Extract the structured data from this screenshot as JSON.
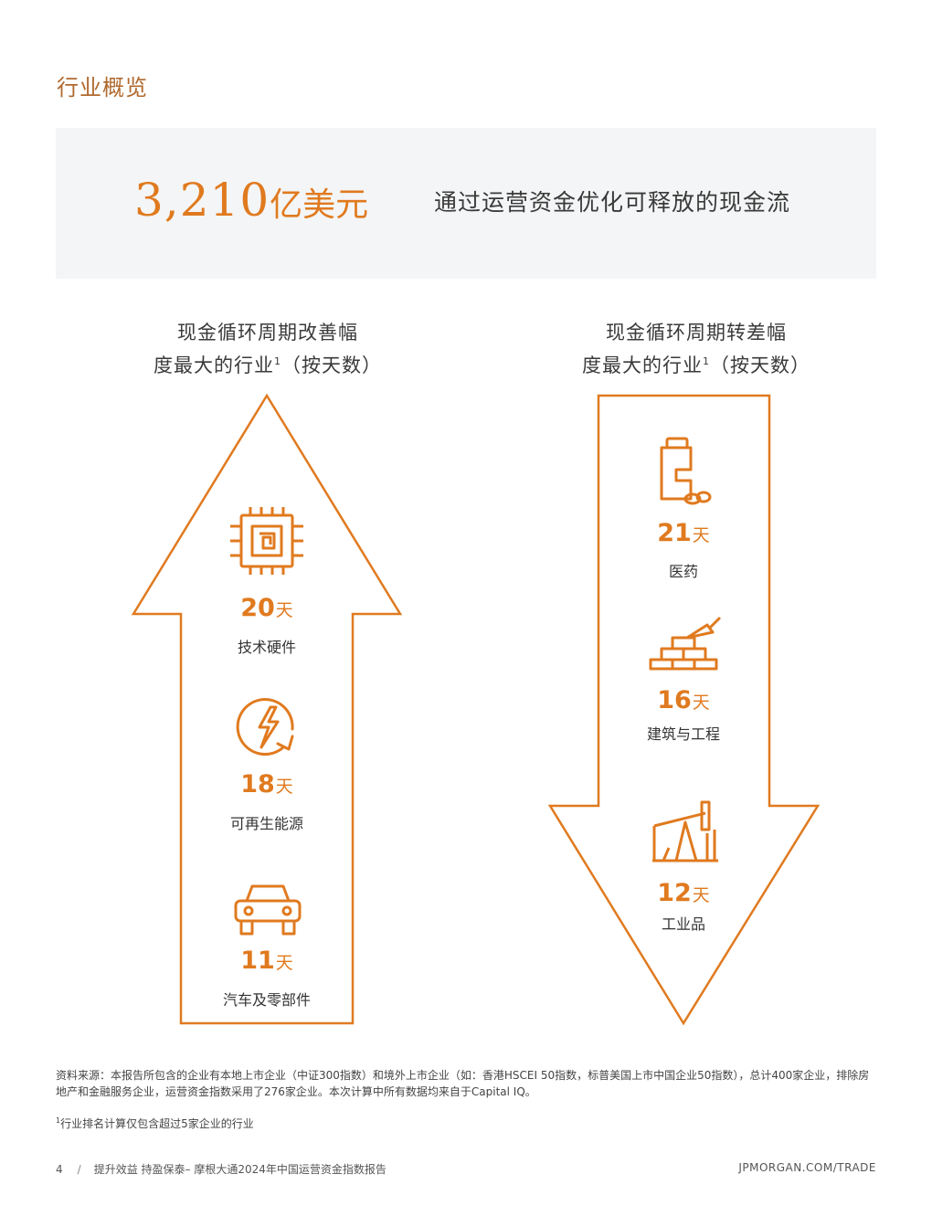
{
  "section_title": "行业概览",
  "banner": {
    "amount": "3,210",
    "unit": "亿美元",
    "description": "通过运营资金优化可释放的现金流"
  },
  "improved": {
    "heading_line1": "现金循环周期改善幅",
    "heading_line2": "度最大的行业",
    "heading_sup": "1",
    "heading_suffix": "（按天数）",
    "items": [
      {
        "days": "20",
        "unit": "天",
        "industry": "技术硬件",
        "icon": "chip-icon"
      },
      {
        "days": "18",
        "unit": "天",
        "industry": "可再生能源",
        "icon": "renewable-energy-icon"
      },
      {
        "days": "11",
        "unit": "天",
        "industry": "汽车及零部件",
        "icon": "car-icon"
      }
    ]
  },
  "worsened": {
    "heading_line1": "现金循环周期转差幅",
    "heading_line2": "度最大的行业",
    "heading_sup": "1",
    "heading_suffix": "（按天数）",
    "items": [
      {
        "days": "21",
        "unit": "天",
        "industry": "医药",
        "icon": "medicine-icon"
      },
      {
        "days": "16",
        "unit": "天",
        "industry": "建筑与工程",
        "icon": "construction-icon"
      },
      {
        "days": "12",
        "unit": "天",
        "industry": "工业品",
        "icon": "oil-pump-icon"
      }
    ]
  },
  "footnotes": {
    "source": "资料来源：本报告所包含的企业有本地上市企业（中证300指数）和境外上市企业（如：香港HSCEI 50指数，标普美国上市中国企业50指数），总计400家企业，排除房地产和金融服务企业，运营资金指数采用了276家企业。本次计算中所有数据均来自于Capital IQ。",
    "note_sup": "1",
    "note": "行业排名计算仅包含超过5家企业的行业"
  },
  "footer": {
    "page": "4",
    "separator": "/",
    "title": "提升效益 持盈保泰– 摩根大通2024年中国运营资金指数报告",
    "url": "JPMORGAN.COM/TRADE"
  },
  "colors": {
    "accent": "#e07a1f",
    "section_title": "#b0692e",
    "banner_bg": "#f4f5f6"
  }
}
